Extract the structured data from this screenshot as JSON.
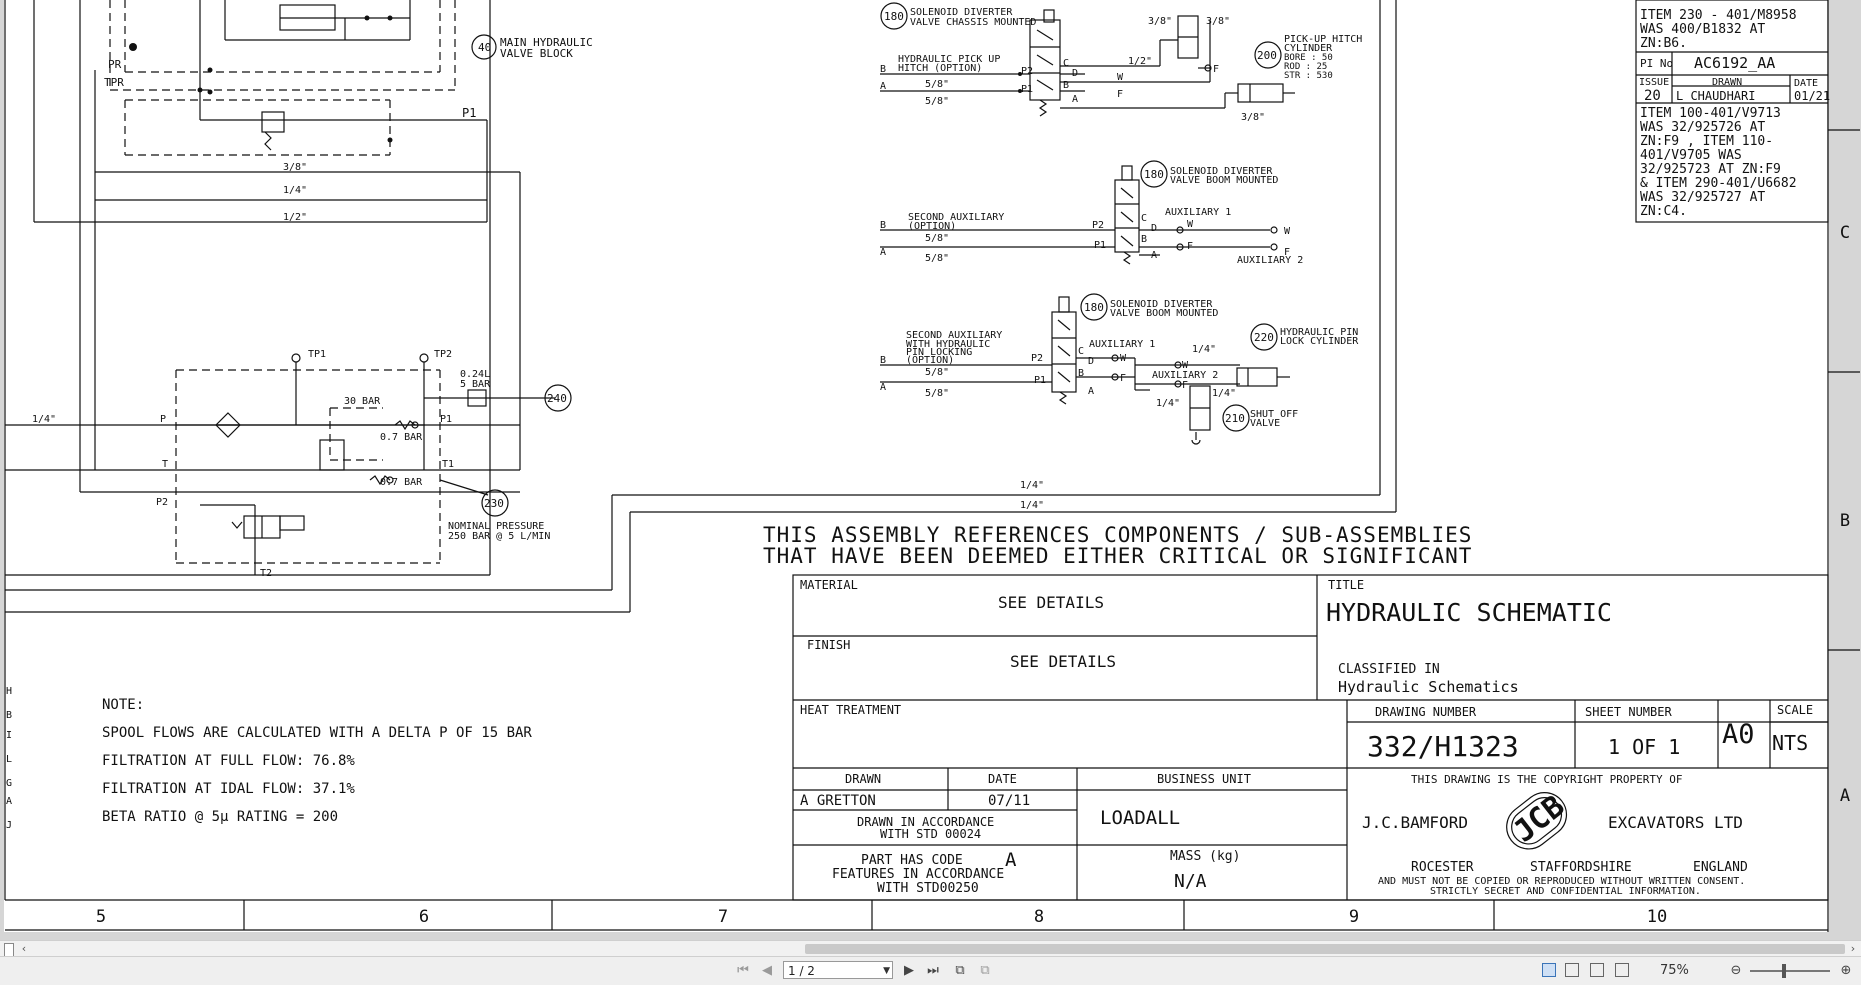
{
  "drawing": {
    "components": {
      "main_valve": "MAIN HYDRAULIC VALVE BLOCK",
      "main_valve_num": "40",
      "sol1_title": "SOLENOID DIVERTER VALVE CHASSIS MOUNTED",
      "sol1_l1": "SOLENOID DIVERTER",
      "sol1_l2": "VALVE CHASSIS MOUNTED",
      "sol_num": "180",
      "pickup_l1": "HYDRAULIC PICK UP",
      "pickup_l2": "HITCH (OPTION)",
      "cyl_num": "200",
      "cyl_l1": "PICK-UP HITCH",
      "cyl_l2": "CYLINDER",
      "bore": "BORE  :  50",
      "rod": "ROD   :  25",
      "str": "STR   :  530",
      "sol2_l1": "SOLENOID DIVERTER",
      "sol2_l2": "VALVE BOOM MOUNTED",
      "aux2_l1": "SECOND AUXILIARY",
      "aux2_l2": "(OPTION)",
      "aux1": "AUXILIARY 1",
      "aux2": "AUXILIARY 2",
      "aux3_l1": "SECOND AUXILIARY",
      "aux3_l2": "WITH HYDRAULIC",
      "aux3_l3": "PIN LOCKING",
      "aux3_l4": "(OPTION)",
      "pinlock_num": "220",
      "pinlock_l1": "HYDRAULIC PIN",
      "pinlock_l2": "LOCK CYLINDER",
      "shutoff_num": "210",
      "shutoff_l1": "SHUT OFF",
      "shutoff_l2": "VALVE",
      "acc_num": "240",
      "acc_l1": "0.24L",
      "acc_l2": "5 BAR",
      "pump_num": "230",
      "pump_l1": "NOMINAL PRESSURE",
      "pump_l2": "250 BAR @ 5 L/MIN",
      "bar30": "30 BAR",
      "bar07a": "0.7 BAR",
      "bar07b": "0.7 BAR",
      "tp1": "TP1",
      "tp2": "TP2"
    },
    "pipes": {
      "p58": "5/8\"",
      "p14": "1/4\"",
      "p12": "1/2\"",
      "p38": "3/8\""
    },
    "ports": {
      "P": "P",
      "T": "T",
      "P1": "P1",
      "P2": "P2",
      "T1": "T1",
      "T2": "T2",
      "A": "A",
      "B": "B",
      "C": "C",
      "D": "D",
      "W": "W",
      "F": "F",
      "PR": "PR",
      "TPR": "TPR"
    },
    "assembly_note_l1": "THIS ASSEMBLY REFERENCES COMPONENTS / SUB-ASSEMBLIES",
    "assembly_note_l2": "THAT HAVE BEEN DEEMED EITHER CRITICAL OR SIGNIFICANT",
    "notes": {
      "heading": "NOTE:",
      "l1": "SPOOL FLOWS ARE CALCULATED WITH A DELTA P OF 15 BAR",
      "l2": "FILTRATION AT FULL FLOW: 76.8%",
      "l3": "FILTRATION AT IDAL FLOW: 37.1%",
      "l4": "BETA RATIO @ 5μ RATING = 200"
    },
    "side_letters": [
      "H",
      "B",
      "I",
      "L",
      "G",
      "A",
      "J"
    ],
    "zones_bottom": [
      "5",
      "6",
      "7",
      "8",
      "9",
      "10"
    ],
    "zones_right": [
      "C",
      "B",
      "A"
    ],
    "revision": {
      "item230": "ITEM 230 - 401/M8958",
      "was1": "WAS 400/B1832 AT",
      "zn1": "ZN:B6.",
      "pi_label": "PI No",
      "pi_value": "AC6192_AA",
      "issue_label": "ISSUE",
      "issue_value": "20",
      "drawn_label": "DRAWN",
      "drawn_value": "L CHAUDHARI",
      "date_label": "DATE",
      "date_value": "01/21",
      "r1": "ITEM 100-401/V9713",
      "r2": "WAS 32/925726 AT",
      "r3": "ZN:F9 , ITEM 110-",
      "r4": "401/V9705 WAS",
      "r5": "32/925723 AT ZN:F9",
      "r6": "& ITEM 290-401/U6682",
      "r7": "WAS 32/925727 AT",
      "r8": "ZN:C4."
    },
    "titleblock": {
      "material_label": "MATERIAL",
      "material_value": "SEE DETAILS",
      "finish_label": "FINISH",
      "finish_value": "SEE DETAILS",
      "heat_label": "HEAT TREATMENT",
      "title_label": "TITLE",
      "title_value": "HYDRAULIC SCHEMATIC",
      "classified_label": "CLASSIFIED IN",
      "classified_value": "Hydraulic Schematics",
      "drawing_number_label": "DRAWING NUMBER",
      "drawing_number": "332/H1323",
      "sheet_label": "SHEET NUMBER",
      "sheet_value": "1 OF 1",
      "size": "A0",
      "scale_label": "SCALE",
      "scale_value": "NTS",
      "drawn_label": "DRAWN",
      "drawn_value": "A GRETTON",
      "date_label": "DATE",
      "date_value": "07/11",
      "bu_label": "BUSINESS UNIT",
      "bu_value": "LOADALL",
      "accord_l1": "DRAWN IN ACCORDANCE",
      "accord_l2": "WITH STD 00024",
      "code_l1": "PART HAS CODE",
      "code_letter": "A",
      "code_l2": "FEATURES IN ACCORDANCE",
      "code_l3": "WITH STD00250",
      "mass_label": "MASS (kg)",
      "mass_value": "N/A",
      "copyright_l1": "THIS DRAWING IS THE COPYRIGHT PROPERTY OF",
      "company_left": "J.C.BAMFORD",
      "company_right": "EXCAVATORS LTD",
      "logo": "JCB",
      "loc1": "ROCESTER",
      "loc2": "STAFFORDSHIRE",
      "loc3": "ENGLAND",
      "legal_l1": "AND MUST NOT BE COPIED OR REPRODUCED WITHOUT WRITTEN CONSENT.",
      "legal_l2": "STRICTLY SECRET AND CONFIDENTIAL INFORMATION."
    }
  },
  "viewer": {
    "page_value": "1 / 2",
    "zoom": "75%"
  }
}
